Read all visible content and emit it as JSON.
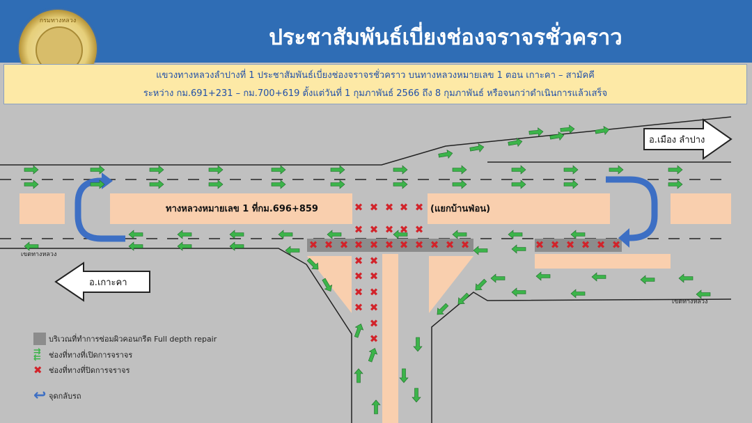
{
  "header": {
    "title": "ประชาสัมพันธ์เบี่ยงช่องจราจรชั่วคราว",
    "logo_text": "กรมทางหลวง"
  },
  "info": {
    "line1": "แขวงทางหลวงลำปางที่ 1 ประชาสัมพันธ์เบี่ยงช่องจราจรชั่วคราว บนทางหลวงหมายเลข 1 ตอน เกาะคา – สามัคคี",
    "line2": "ระหว่าง กม.691+231 – กม.700+619 ตั้งแต่วันที่ 1 กุมภาพันธ์ 2566 ถึง 8 กุมภาพันธ์ หรือจนกว่าดำเนินการแล้วเสร็จ"
  },
  "diagram": {
    "highway_label": "ทางหลวงหมายเลข 1 ที่กม.696+859",
    "junction_label": "(แยกบ้านฟ่อน)",
    "direction_left": "อ.เกาะคา",
    "direction_right": "อ.เมือง ลำปาง",
    "row_label_left": "เขตทางหลวง",
    "row_label_right": "เขตทางหลวง"
  },
  "legend": {
    "repair": "บริเวณที่ทำการซ่อมผิวคอนกรีต Full depth repair",
    "open": "ช่องที่ทางที่เปิดการจราจร",
    "closed": "ช่องที่ทางที่ปิดการจราจร",
    "uturn": "จุดกลับรถ"
  },
  "colors": {
    "header": "#2f6db5",
    "arrow": "#3cb44a",
    "closed": "#d2232a",
    "repair": "#8c8c8c",
    "island": "#f9cfae",
    "uturn": "#3d6fc4"
  }
}
